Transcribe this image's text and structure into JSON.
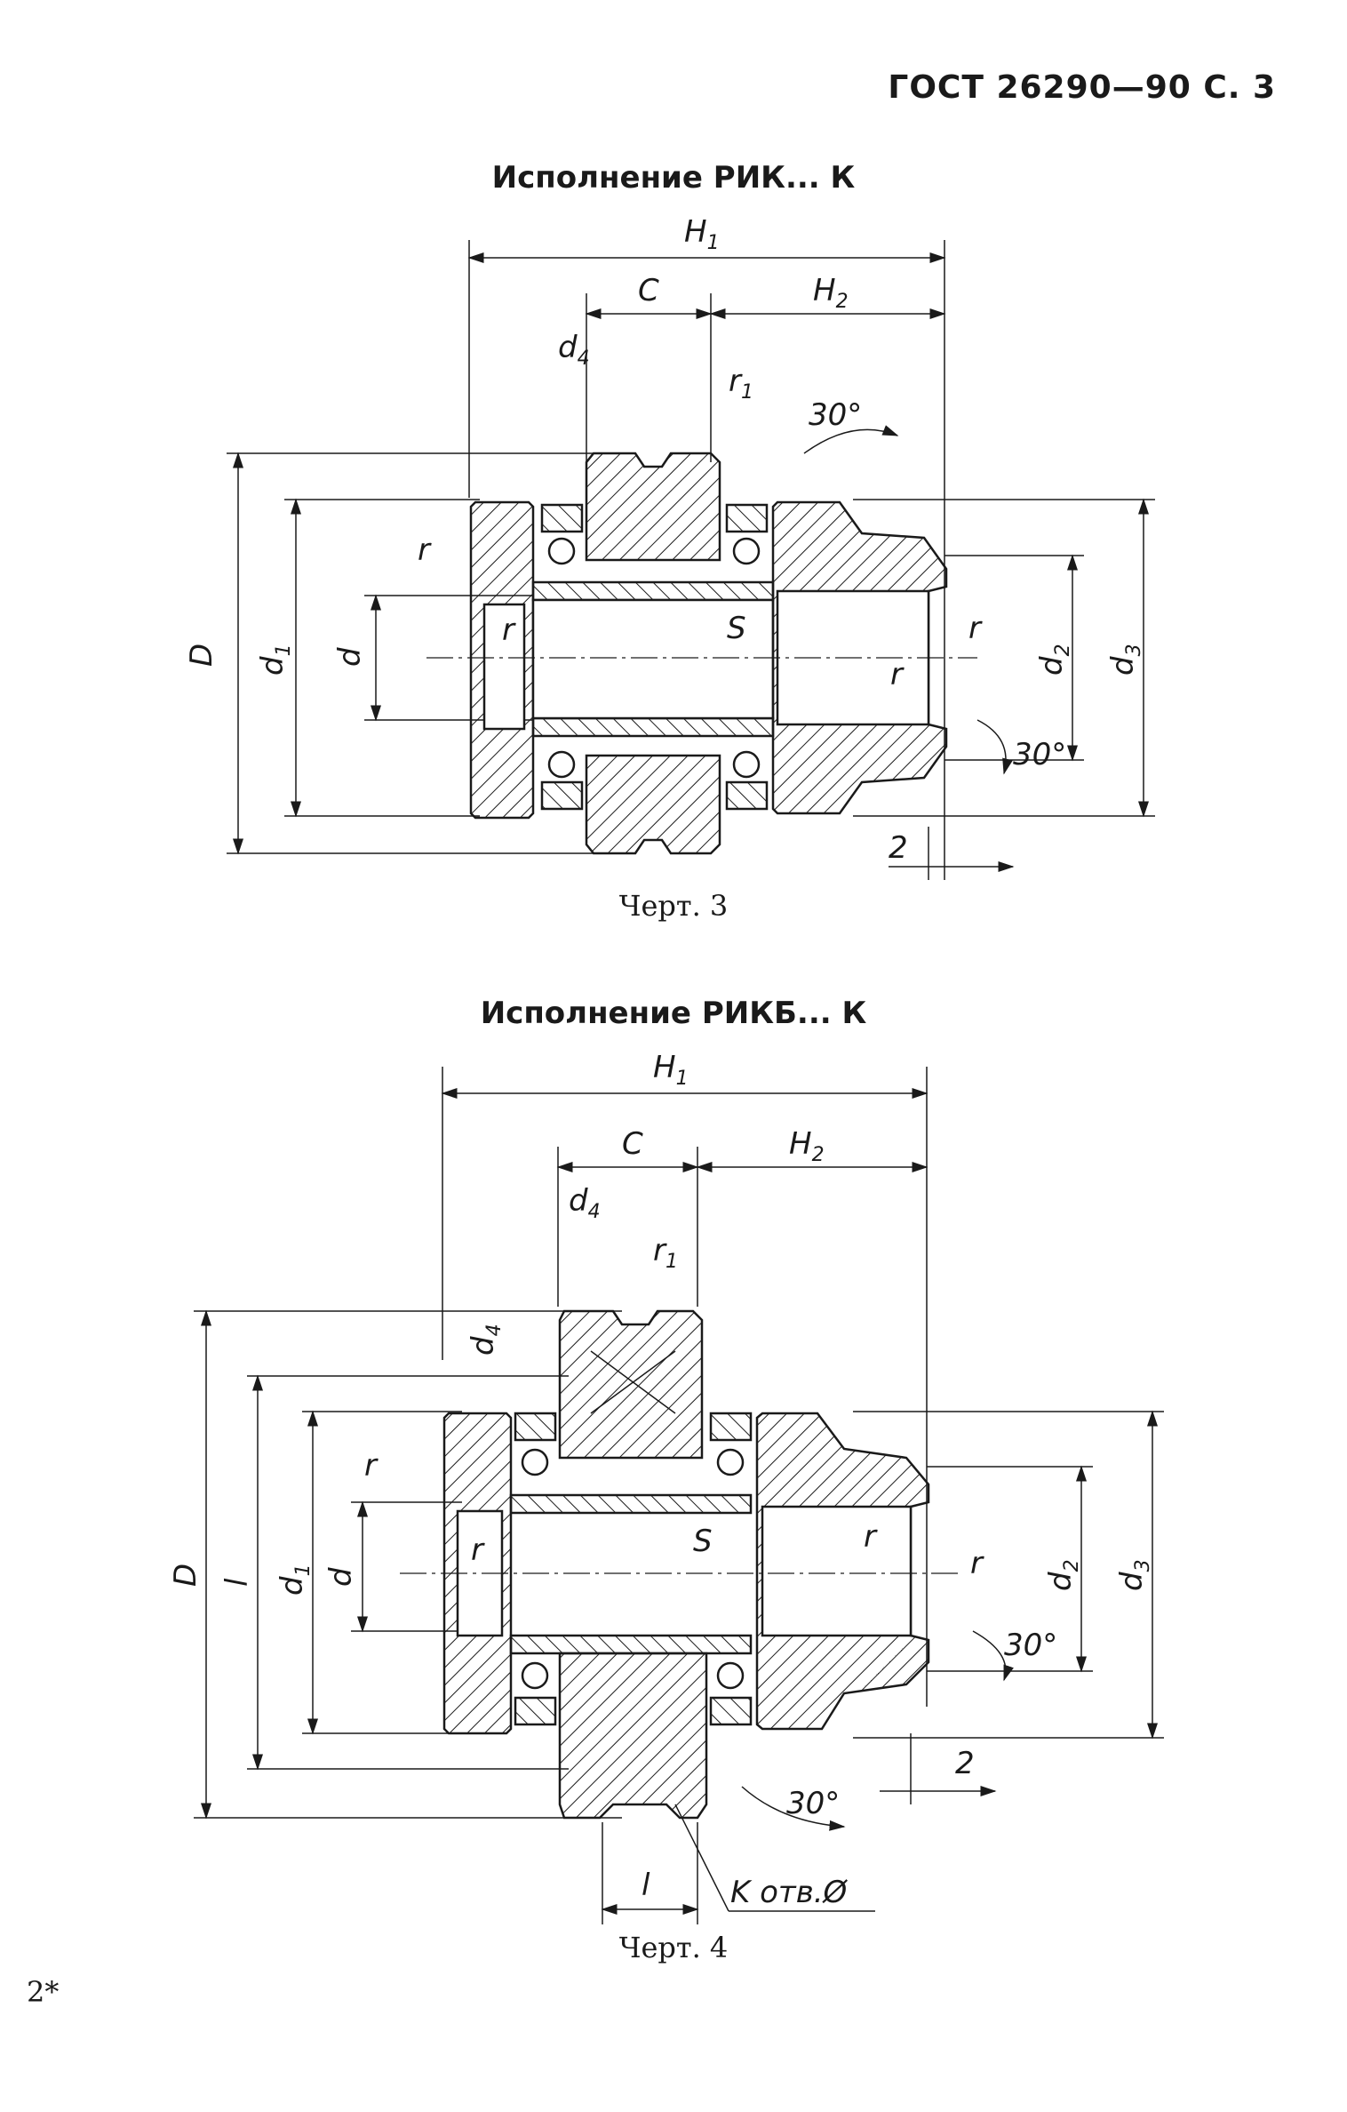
{
  "header": {
    "standard": "ГОСТ 26290—90 С. 3"
  },
  "figure3": {
    "title": "Исполнение РИК... К",
    "caption": "Черт. 3",
    "labels": {
      "H1": "H",
      "H1_sub": "1",
      "H2": "H",
      "H2_sub": "2",
      "C": "C",
      "d4": "d",
      "d4_sub": "4",
      "r1": "r",
      "r1_sub": "1",
      "r": "r",
      "S": "S",
      "D": "D",
      "d1": "d",
      "d1_sub": "1",
      "d": "d",
      "d2": "d",
      "d2_sub": "2",
      "d3": "d",
      "d3_sub": "3",
      "angle": "30°",
      "two": "2"
    }
  },
  "figure4": {
    "title": "Исполнение РИКБ... К",
    "caption": "Черт. 4",
    "labels": {
      "H1": "H",
      "H1_sub": "1",
      "H2": "H",
      "H2_sub": "2",
      "C": "C",
      "d4": "d",
      "d4_sub": "4",
      "r1": "r",
      "r1_sub": "1",
      "r": "r",
      "S": "S",
      "D": "D",
      "l_big": "l",
      "d1": "d",
      "d1_sub": "1",
      "d": "d",
      "d2": "d",
      "d2_sub": "2",
      "d3": "d",
      "d3_sub": "3",
      "angle": "30°",
      "two": "2",
      "l": "l",
      "hole": "K отв.Ø"
    }
  },
  "footer": {
    "page_mark": "2*"
  }
}
